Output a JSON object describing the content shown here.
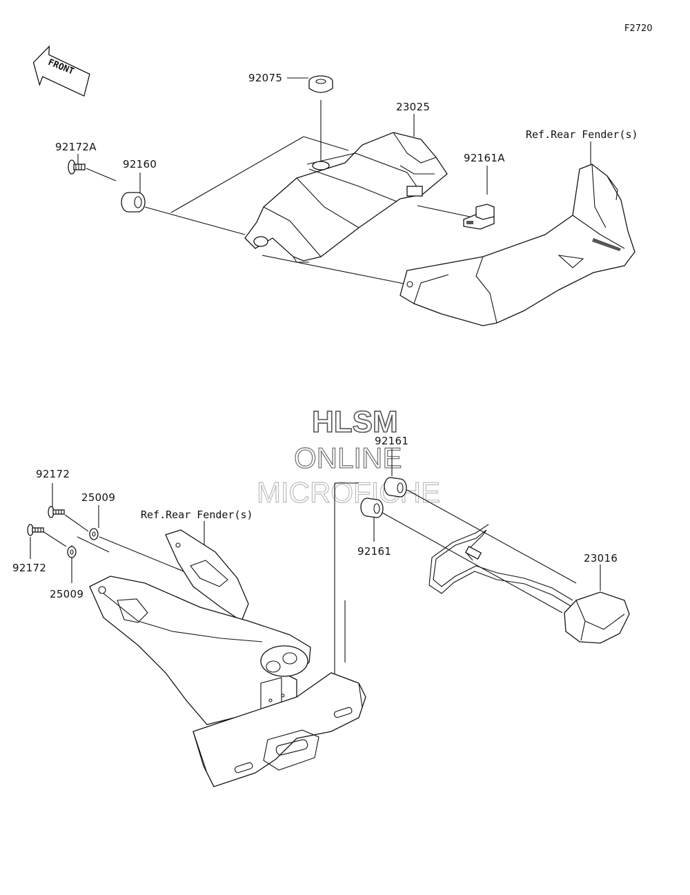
{
  "figure": {
    "code": "F2720",
    "front_label": "FRONT"
  },
  "watermark": {
    "line1": "HLSM",
    "line2": "ONLINE",
    "line3": "MICROFICHE"
  },
  "callouts": {
    "p92075": "92075",
    "p23025": "23025",
    "ref_rear_fender_top": "Ref.Rear Fender(s)",
    "p92172A": "92172A",
    "p92160": "92160",
    "p92161A": "92161A",
    "p92161_upper": "92161",
    "p92161_lower": "92161",
    "p92172_upper": "92172",
    "p92172_lower": "92172",
    "p25009_upper": "25009",
    "p25009_lower": "25009",
    "ref_rear_fender_bottom": "Ref.Rear Fender(s)",
    "p23016": "23016"
  }
}
